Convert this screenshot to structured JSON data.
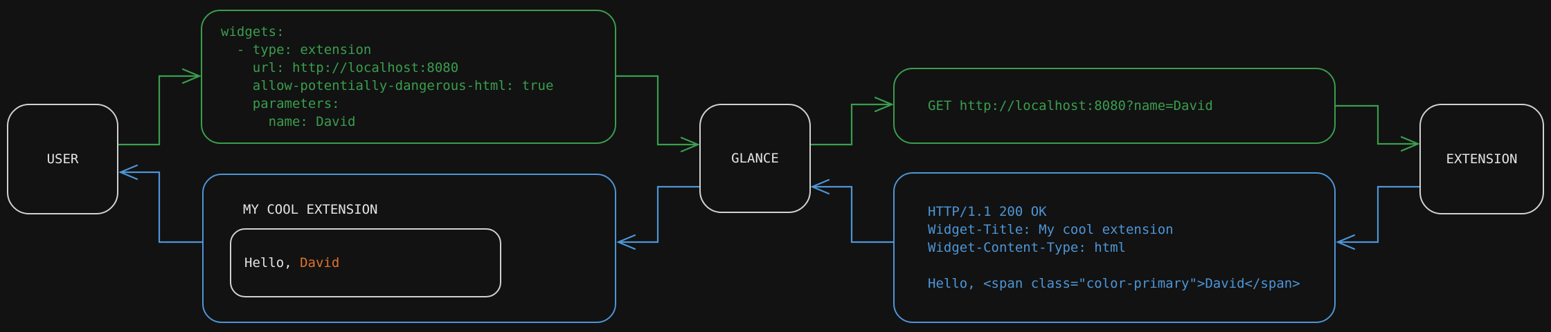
{
  "colors": {
    "background": "#121212",
    "node_border": "#d2d2d2",
    "node_text": "#e4e4e4",
    "green": "#3a9e4e",
    "blue": "#4d96d8",
    "orange": "#e0732d"
  },
  "nodes": {
    "user": {
      "label": "USER"
    },
    "glance": {
      "label": "GLANCE"
    },
    "extension": {
      "label": "EXTENSION"
    }
  },
  "config_box": {
    "lines": [
      "widgets:",
      "  - type: extension",
      "    url: http://localhost:8080",
      "    allow-potentially-dangerous-html: true",
      "    parameters:",
      "      name: David"
    ]
  },
  "request_box": {
    "text": "GET http://localhost:8080?name=David"
  },
  "response_box": {
    "lines": [
      "HTTP/1.1 200 OK",
      "Widget-Title: My cool extension",
      "Widget-Content-Type: html",
      "",
      "Hello, <span class=\"color-primary\">David</span>"
    ]
  },
  "rendered_box": {
    "title": "MY COOL EXTENSION",
    "greeting_prefix": "Hello, ",
    "greeting_name": "David"
  }
}
